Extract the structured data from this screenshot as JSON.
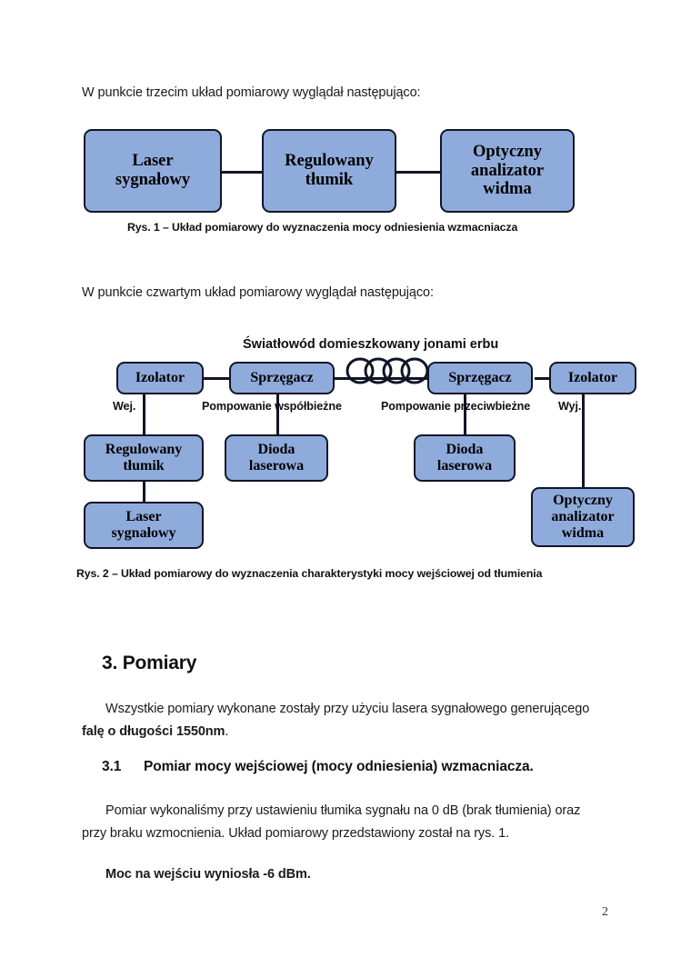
{
  "document": {
    "page_number": "2"
  },
  "intro_1": "W punkcie trzecim układ pomiarowy wyglądał następująco:",
  "figure1": {
    "caption": "Rys. 1 – Układ pomiarowy do wyznaczenia mocy odniesienia wzmacniacza",
    "nodes": [
      {
        "id": "laser-sygnalowy",
        "line1": "Laser",
        "line2": "sygnałowy"
      },
      {
        "id": "regulowany-tlumik",
        "line1": "Regulowany",
        "line2": "tłumik"
      },
      {
        "id": "optyczny-analizator-widma",
        "line1": "Optyczny",
        "line2": "analizator",
        "line3": "widma"
      }
    ]
  },
  "intro_2": "W punkcie czwartym układ pomiarowy wyglądał następująco:",
  "figure2": {
    "caption": "Rys. 2 – Układ pomiarowy do wyznaczenia charakterystyki mocy wejściowej od tłumienia",
    "fiber_label": "Światłowód domieszkowany jonami erbu",
    "nodes": {
      "izolator_left": "Izolator",
      "sprzegacz_left": "Sprzęgacz",
      "sprzegacz_right": "Sprzęgacz",
      "izolator_right": "Izolator",
      "regulowany_tlumik": {
        "line1": "Regulowany",
        "line2": "tłumik"
      },
      "laser_sygnalowy": {
        "line1": "Laser",
        "line2": "sygnałowy"
      },
      "dioda_laserowa_left": {
        "line1": "Dioda",
        "line2": "laserowa"
      },
      "dioda_laserowa_right": {
        "line1": "Dioda",
        "line2": "laserowa"
      },
      "optyczny_analizator_widma": {
        "line1": "Optyczny",
        "line2": "analizator",
        "line3": "widma"
      }
    },
    "edge_labels": {
      "wej": "Wej.",
      "pompowanie_wspolbiezne": "Pompowanie współbieżne",
      "pompowanie_przeciwbiezne": "Pompowanie przeciwbieżne",
      "wyj": "Wyj."
    }
  },
  "section3": {
    "heading": "3. Pomiary",
    "paragraph_1_a": "Wszystkie pomiary wykonane zostały przy użyciu lasera sygnałowego generującego ",
    "paragraph_1_b": "falę o długości 1550nm",
    "paragraph_1_c": ".",
    "subsection": {
      "number": "3.1",
      "title": "Pomiar mocy wejściowej (mocy odniesienia) wzmacniacza.",
      "paragraph_a": "Pomiar wykonaliśmy przy ustawieniu tłumika sygnału na 0 dB (brak tłumienia) oraz przy braku wzmocnienia. Układ pomiarowy przedstawiony został na rys. 1.",
      "paragraph_b": "Moc na wejściu wyniosła -6 dBm."
    }
  },
  "colors": {
    "node_fill": "#8fabdc",
    "node_stroke": "#101526",
    "text": "#1a1a1a"
  }
}
